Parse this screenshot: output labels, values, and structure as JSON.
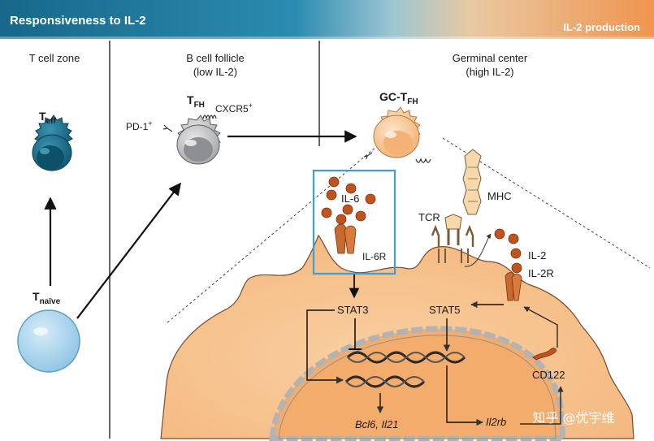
{
  "header": {
    "left_title": "Responsiveness to IL-2",
    "right_title": "IL-2 production",
    "colors": {
      "teal": "#1f6f8f",
      "orange": "#f0a060"
    }
  },
  "zones": {
    "t_cell_zone": "T cell zone",
    "b_cell_follicle": "B cell follicle",
    "b_cell_follicle_sub": "(low IL-2)",
    "germinal_center": "Germinal center",
    "germinal_center_sub": "(high IL-2)"
  },
  "cells": {
    "teff": {
      "main": "T",
      "sub": "eff"
    },
    "tnaive": {
      "main": "T",
      "sub": "naïve"
    },
    "tfh": {
      "main": "T",
      "sub": "FH"
    },
    "gc_tfh": {
      "main": "GC-T",
      "sub": "FH"
    }
  },
  "markers": {
    "pd1": {
      "main": "PD-1",
      "sup": "+"
    },
    "cxcr5": {
      "main": "CXCR5",
      "sup": "+"
    }
  },
  "molecules": {
    "il6": "IL-6",
    "il6r": "IL-6R",
    "mhc": "MHC",
    "tcr": "TCR",
    "il2": "IL-2",
    "il2r": "IL-2R",
    "stat3": "STAT3",
    "stat5": "STAT5",
    "cd122": "CD122"
  },
  "genes": {
    "bcl6_il21": "Bcl6, Il21",
    "il2rb": "Il2rb"
  },
  "watermark": "知乎 @优宇维",
  "colors": {
    "teff_cell": "#1a6d8a",
    "tnaive_cell": "#a8d4ee",
    "tfh_cell": "#b9babc",
    "gc_cell": "#f6c18e",
    "membrane_fill": "#f8c896",
    "nucleus_fill": "#f4b275",
    "ligand": "#c0541e",
    "highlight_box": "#3b9fd8"
  }
}
